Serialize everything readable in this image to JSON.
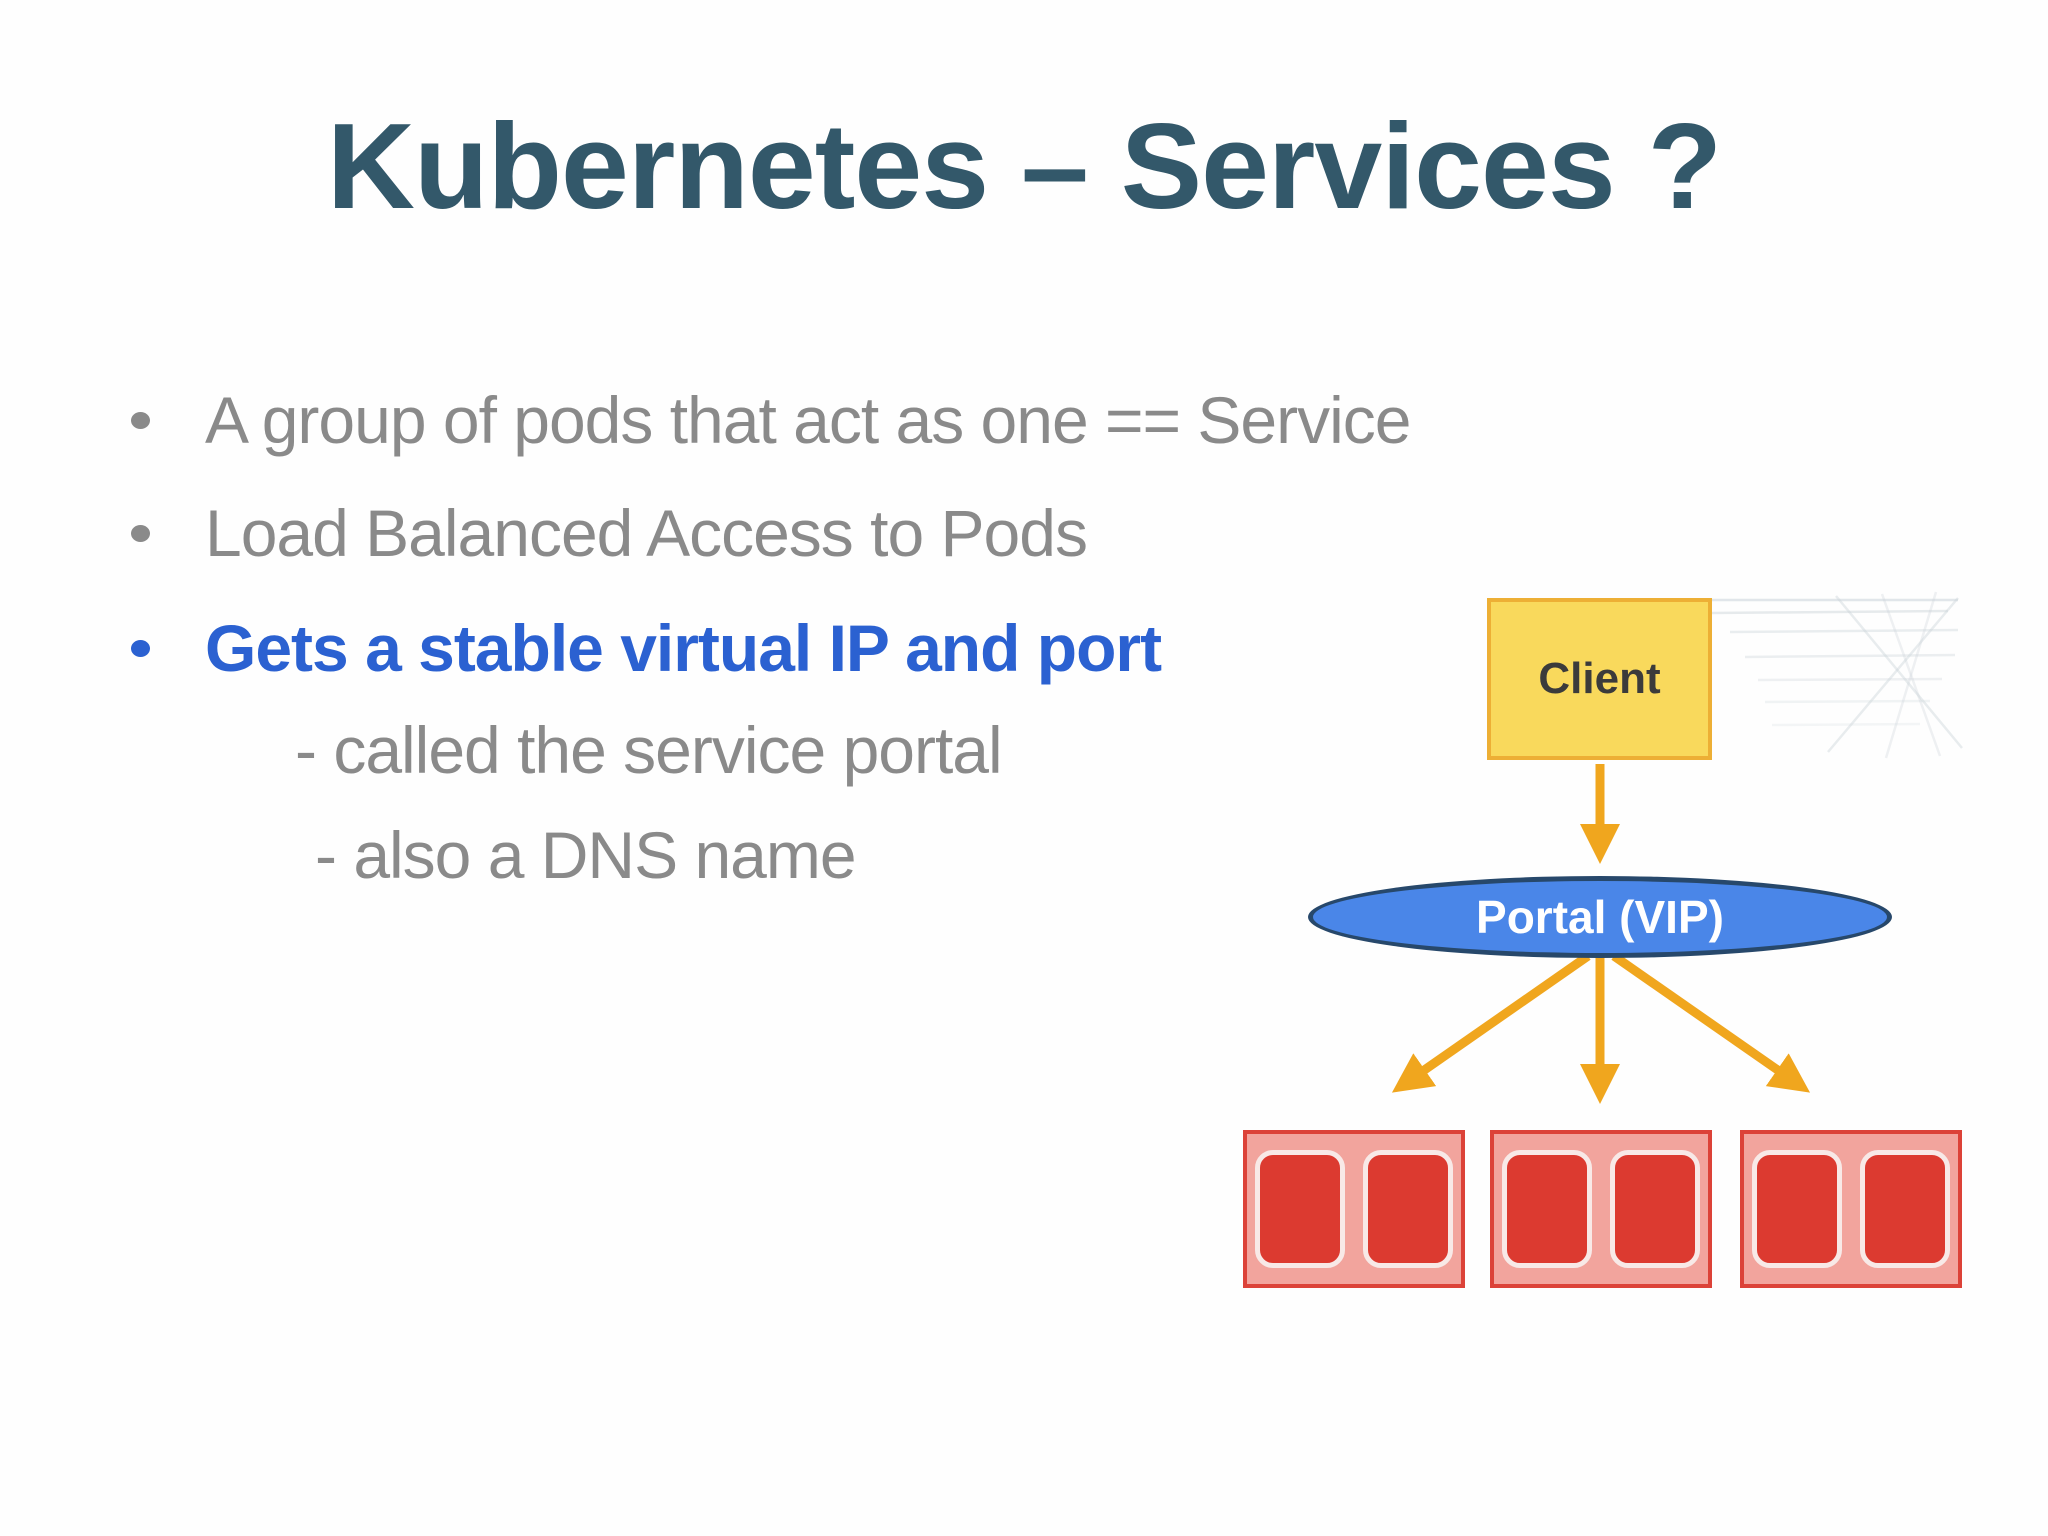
{
  "slide": {
    "title": "Kubernetes – Services ?",
    "bullets": [
      {
        "text": "A group of pods that act as one == Service",
        "style": "normal"
      },
      {
        "text": "Load Balanced Access to Pods",
        "style": "normal"
      },
      {
        "text": "Gets a stable virtual IP and port",
        "style": "highlight"
      }
    ],
    "sub_bullets": [
      {
        "text": "- called the service portal"
      },
      {
        "text": "- also a DNS name"
      }
    ]
  },
  "diagram": {
    "client_label": "Client",
    "portal_label": "Portal (VIP)",
    "pod_groups": 3,
    "pods_per_group": 2
  },
  "colors": {
    "background": "#FEFEFE",
    "title_text": "#33586A",
    "body_text": "#8A8A8A",
    "accent_blue": "#2B61D1",
    "arrow": "#F0A61E",
    "client_fill": "#F9D95C",
    "client_border": "#EDAF35",
    "client_text": "#3B3B3B",
    "portal_fill": "#4A86E8",
    "portal_border": "#27486B",
    "portal_text": "#FFFFFF",
    "pod_group_fill": "#F2A49D",
    "pod_group_border": "#DC4238",
    "pod_fill": "#DC3A30",
    "pod_border": "#F8E9E7",
    "wireframe": "#C9D2D8"
  }
}
